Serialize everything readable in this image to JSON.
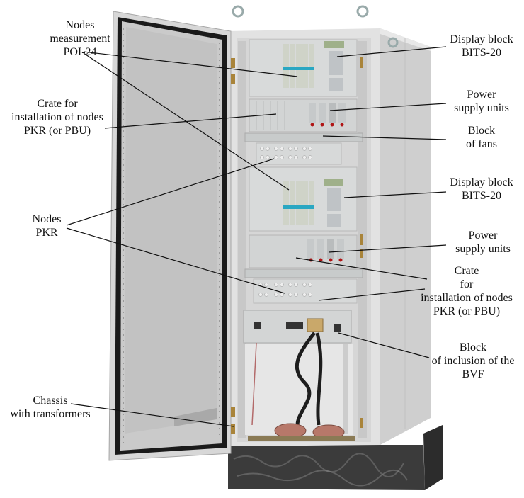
{
  "diagram": {
    "subject": "Equipment cabinet with open door",
    "colors": {
      "cabinet_body": "#dcdcdc",
      "cabinet_shadow": "#b9b9b9",
      "panel": "#d4d6d6",
      "door_inner": "#c9c9c9",
      "door_seal": "#1a1a1a",
      "display_accent": "#2aa7c2",
      "lcd": "#9fb08a",
      "fan_bar": "#c8cbcb",
      "power_led": "#b01515",
      "transformer": "#b7786a",
      "plinth": "#3a3a3a",
      "leader_line": "#111111"
    },
    "labels": [
      {
        "id": "nodes-measurement",
        "lines": [
          "Nodes",
          "measurement",
          "POI-24"
        ]
      },
      {
        "id": "crate-left",
        "lines": [
          "Crate for",
          "installation of nodes",
          "PKR (or PBU)"
        ]
      },
      {
        "id": "nodes-pkr",
        "lines": [
          "Nodes",
          "PKR"
        ]
      },
      {
        "id": "chassis",
        "lines": [
          "Chassis",
          "with transformers"
        ]
      },
      {
        "id": "display-block-1",
        "lines": [
          "Display block",
          "BITS-20"
        ]
      },
      {
        "id": "power-supply-1",
        "lines": [
          "Power",
          "supply units"
        ]
      },
      {
        "id": "block-fans",
        "lines": [
          "Block",
          "of fans"
        ]
      },
      {
        "id": "display-block-2",
        "lines": [
          "Display block",
          "BITS-20"
        ]
      },
      {
        "id": "power-supply-2",
        "lines": [
          "Power",
          "supply units"
        ]
      },
      {
        "id": "crate-right",
        "lines": [
          "Crate",
          "for",
          "installation of nodes",
          "PKR (or PBU)"
        ]
      },
      {
        "id": "block-bvf",
        "lines": [
          "Block",
          "of inclusion of the",
          "BVF"
        ]
      }
    ]
  }
}
